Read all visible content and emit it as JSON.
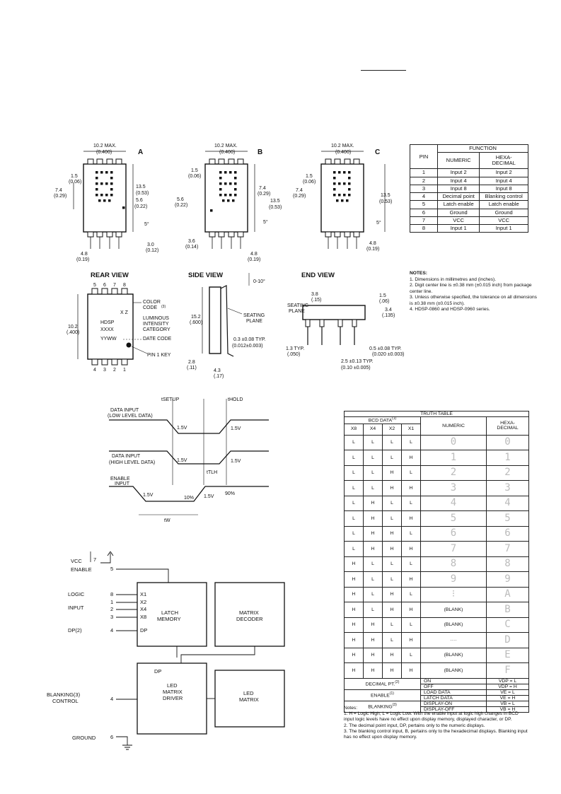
{
  "drawings": {
    "view_a": {
      "letter": "A",
      "width": "10.2 MAX.",
      "width_in": "(0.400)",
      "top": "1.5",
      "top_in": "(0.06)",
      "center": "7.4",
      "center_in": "(0.29)",
      "height": "13.5",
      "height_in": "(0.53)",
      "offset": "5.6",
      "offset_in": "(0.22)",
      "angle": "5°",
      "pitch": "3.0",
      "pitch_in": "(0.12)",
      "base": "4.8",
      "base_in": "(0.19)"
    },
    "view_b": {
      "letter": "B",
      "width": "10.2 MAX.",
      "width_in": "(0.400)",
      "top": "1.5",
      "top_in": "(0.06)",
      "center": "7.4",
      "center_in": "(0.29)",
      "height": "13.5",
      "height_in": "(0.53)",
      "offset": "5.6",
      "offset_in": "(0.22)",
      "angle": "5°",
      "dp": "3.6",
      "dp_in": "(0.14)",
      "base": "4.8",
      "base_in": "(0.19)"
    },
    "view_c": {
      "letter": "C",
      "width": "10.2 MAX.",
      "width_in": "(0.400)",
      "top": "1.5",
      "top_in": "(0.06)",
      "center": "7.4",
      "center_in": "(0.29)",
      "height": "13.5",
      "height_in": "(0.53)",
      "angle": "5°",
      "base": "4.8",
      "base_in": "(0.19)"
    },
    "rear_view": {
      "title": "REAR VIEW",
      "pins_top": [
        "5",
        "6",
        "7",
        "8"
      ],
      "pins_bottom": [
        "4",
        "3",
        "2",
        "1"
      ],
      "width": "10.2",
      "width_in": "(.400)",
      "part": "HDSP",
      "part2": "XXXX",
      "date": "YYWW",
      "xz": "X Z",
      "color_code": "COLOR",
      "color_code2": "CODE",
      "luminous": "LUMINOUS",
      "luminous2": "INTENSITY",
      "luminous3": "CATEGORY",
      "date_code": "DATE CODE",
      "pin1": "PIN 1 KEY",
      "sup": "(3)"
    },
    "side_view": {
      "title": "SIDE VIEW",
      "angle": "0-10°",
      "height": "15.2",
      "height_in": "(.600)",
      "seating": "SEATING",
      "seating2": "PLANE",
      "lead": "0.3 ±0.08 TYP.",
      "lead_in": "(0.012±0.003)",
      "d1": "2.8",
      "d1_in": "(.11)",
      "d2": "4.3",
      "d2_in": "(.17)"
    },
    "end_view": {
      "title": "END VIEW",
      "top": "3.8",
      "top_in": "(.15)",
      "r1": "1.5",
      "r1_in": "(.06)",
      "r2": "3.4",
      "r2_in": "(.135)",
      "seating": "SEATING",
      "seating2": "PLANE",
      "typ": "1.3 TYP.",
      "typ_in": "(.050)",
      "lead": "0.5 ±0.08  TYP.",
      "lead_in": "(0.020 ±0.003)",
      "pitch": "2.5 ±0.13 TYP.",
      "pitch_in": "(0.10 ±0.005)"
    }
  },
  "function_table": {
    "header_function": "FUNCTION",
    "header_pin": "PIN",
    "header_numeric": "NUMERIC",
    "header_hex1": "HEXA-",
    "header_hex2": "DECIMAL",
    "rows": [
      {
        "pin": "1",
        "numeric": "Input 2",
        "hex": "Input 2"
      },
      {
        "pin": "2",
        "numeric": "Input 4",
        "hex": "Input 4"
      },
      {
        "pin": "3",
        "numeric": "Input 8",
        "hex": "Input 8"
      },
      {
        "pin": "4",
        "numeric": "Decimal point",
        "hex": "Blanking control"
      },
      {
        "pin": "5",
        "numeric": "Latch enable",
        "hex": "Latch enable"
      },
      {
        "pin": "6",
        "numeric": "Ground",
        "hex": "Ground"
      },
      {
        "pin": "7",
        "numeric": "VCC",
        "hex": "VCC"
      },
      {
        "pin": "8",
        "numeric": "Input 1",
        "hex": "Input 1"
      }
    ]
  },
  "notes_top": {
    "title": "NOTES:",
    "items": [
      "1.  Dimensions in millimetres and (inches).",
      "2.  Digit center line is ±0.38 mm (±0.015 inch) from package center line.",
      "3.  Unless otherwise specified, the tolerance on all dimensions is ±0.38 mm (±0.015 inch).",
      "4.  HDSP-0860 and HDSP-0960 series."
    ]
  },
  "timing": {
    "tsetup": "tSETUP",
    "thold": "tHOLD",
    "low_label": "DATA INPUT",
    "low_label2": "(LOW LEVEL DATA)",
    "high_label": "DATA INPUT",
    "high_label2": "(HIGH LEVEL DATA)",
    "enable_label": "ENABLE",
    "enable_label2": "INPUT",
    "v15": "1.5V",
    "tlh": "tTLH",
    "p10": "10%",
    "p90": "90%",
    "tw": "tW"
  },
  "block": {
    "vcc": "VCC",
    "enable": "ENABLE",
    "logic": "LOGIC",
    "input": "INPUT",
    "dp": "DP(2)",
    "blanking": "BLANKING(3)",
    "control": "CONTROL",
    "ground": "GROUND",
    "pins": [
      "7",
      "5",
      "8",
      "1",
      "2",
      "3",
      "4",
      "4",
      "6"
    ],
    "x1": "X1",
    "x2": "X2",
    "x4": "X4",
    "x8": "X8",
    "dp_in": "DP",
    "latch": "LATCH",
    "memory": "MEMORY",
    "matrix": "MATRIX",
    "decoder": "DECODER",
    "dp_drv": "DP",
    "led": "LED",
    "matrix2": "MATRIX",
    "driver": "DRIVER",
    "led2": "LED",
    "matrix3": "MATRIX"
  },
  "truth_table": {
    "title": "TRUTH TABLE",
    "bcd": "BCD DATA",
    "bcd_sup": "(1)",
    "cols": [
      "X8",
      "X4",
      "X2",
      "X1"
    ],
    "numeric": "NUMERIC",
    "hex1": "HEXA-",
    "hex2": "DECIMAL",
    "rows": [
      {
        "b": [
          "L",
          "L",
          "L",
          "L"
        ],
        "n": "0",
        "h": "0"
      },
      {
        "b": [
          "L",
          "L",
          "L",
          "H"
        ],
        "n": "1",
        "h": "1"
      },
      {
        "b": [
          "L",
          "L",
          "H",
          "L"
        ],
        "n": "2",
        "h": "2"
      },
      {
        "b": [
          "L",
          "L",
          "H",
          "H"
        ],
        "n": "3",
        "h": "3"
      },
      {
        "b": [
          "L",
          "H",
          "L",
          "L"
        ],
        "n": "4",
        "h": "4"
      },
      {
        "b": [
          "L",
          "H",
          "L",
          "H"
        ],
        "n": "5",
        "h": "5"
      },
      {
        "b": [
          "L",
          "H",
          "H",
          "L"
        ],
        "n": "6",
        "h": "6"
      },
      {
        "b": [
          "L",
          "H",
          "H",
          "H"
        ],
        "n": "7",
        "h": "7"
      },
      {
        "b": [
          "H",
          "L",
          "L",
          "L"
        ],
        "n": "8",
        "h": "8"
      },
      {
        "b": [
          "H",
          "L",
          "L",
          "H"
        ],
        "n": "9",
        "h": "9"
      },
      {
        "b": [
          "H",
          "L",
          "H",
          "L"
        ],
        "n": "⁝",
        "h": "A"
      },
      {
        "b": [
          "H",
          "L",
          "H",
          "H"
        ],
        "n": "(BLANK)",
        "h": "B"
      },
      {
        "b": [
          "H",
          "H",
          "L",
          "L"
        ],
        "n": "(BLANK)",
        "h": "C"
      },
      {
        "b": [
          "H",
          "H",
          "L",
          "H"
        ],
        "n": "····",
        "h": "D"
      },
      {
        "b": [
          "H",
          "H",
          "H",
          "L"
        ],
        "n": "(BLANK)",
        "h": "E"
      },
      {
        "b": [
          "H",
          "H",
          "H",
          "H"
        ],
        "n": "(BLANK)",
        "h": "F"
      }
    ],
    "ctrl": [
      {
        "label": "DECIMAL PT.",
        "sup": "(2)",
        "a": "ON",
        "av": "VDP = L",
        "b": "OFF",
        "bv": "VDP = H"
      },
      {
        "label": "ENABLE",
        "sup": "(1)",
        "a": "LOAD DATA",
        "av": "VE = L",
        "b": "LATCH DATA",
        "bv": "VE = H"
      },
      {
        "label": "BLANKING",
        "sup": "(3)",
        "a": "DISPLAY-ON",
        "av": "VB = L",
        "b": "DISPLAY-OFF",
        "bv": "VB = H"
      }
    ]
  },
  "notes_bottom": {
    "title": "Notes:",
    "items": [
      "1.  H = Logic High; L = Logic Low.  With the enable input at logic high changes in BCD input logic levels have no effect upon display memory, displayed character, or DP.",
      "2.  The decimal point input, DP, pertains only to the numeric displays.",
      "3.  The blanking control input, B, pertains only to the hexadecimal displays.  Blanking input has no effect upon display memory."
    ]
  }
}
